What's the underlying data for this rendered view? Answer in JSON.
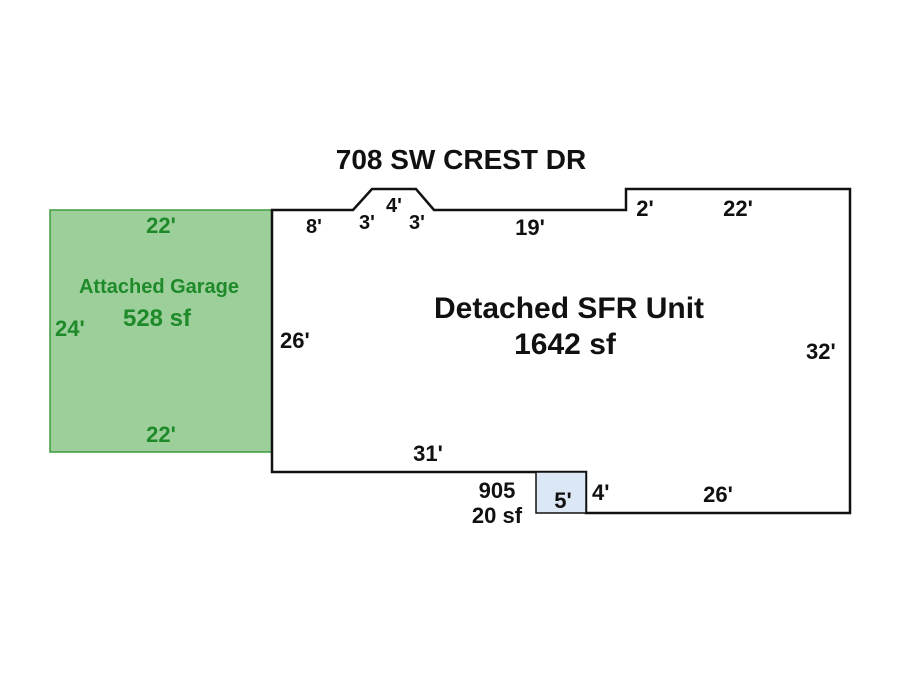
{
  "title": "708 SW CREST DR",
  "colors": {
    "garage_fill": "#9ccf9a",
    "garage_stroke": "#3f9a3f",
    "garage_text": "#1f8a2a",
    "small_room_fill": "#dbe7f5",
    "outline": "#111111"
  },
  "garage": {
    "name": "Attached Garage",
    "area": "528 sf",
    "dims": {
      "top": "22'",
      "bottom": "22'",
      "left": "24'"
    }
  },
  "main_unit": {
    "name": "Detached SFR Unit",
    "area": "1642 sf",
    "dims": {
      "top_left": "8'",
      "bay_left": "3'",
      "bay_top": "4'",
      "bay_right": "3'",
      "top_mid": "19'",
      "step_top": "2'",
      "top_right": "22'",
      "left": "26'",
      "right": "32'",
      "bottom_left": "31'",
      "step_bottom": "4'",
      "bottom_right": "26'"
    }
  },
  "small_area": {
    "code": "905",
    "area": "20 sf",
    "dim": "5'"
  }
}
